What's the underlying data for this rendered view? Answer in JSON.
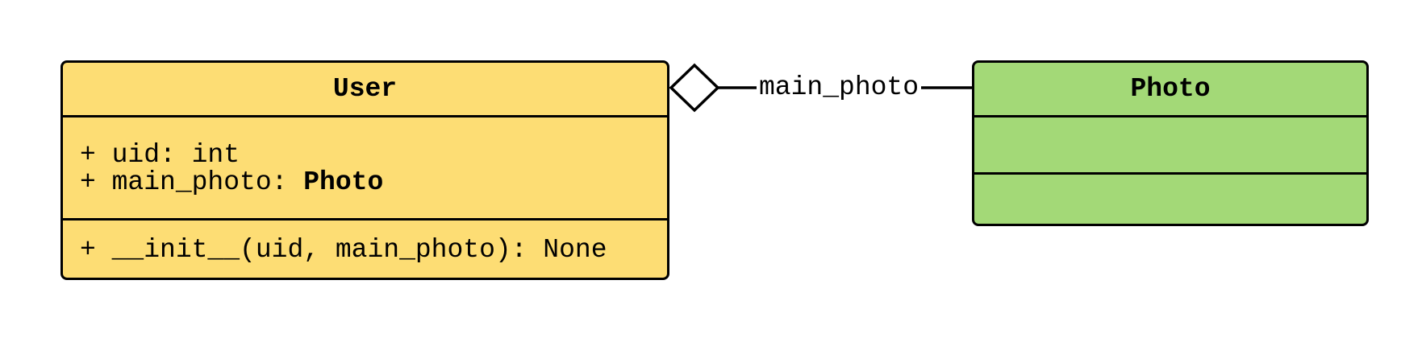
{
  "colors": {
    "user_fill": "#FDDD74",
    "photo_fill": "#A3D977",
    "stroke": "#000000"
  },
  "classes": [
    {
      "name": "User",
      "attributes": [
        {
          "prefix": "+ uid: ",
          "type": "int"
        },
        {
          "prefix": "+ main_photo: ",
          "type": "Photo",
          "type_bold": true
        }
      ],
      "methods": [
        "+ __init__(uid, main_photo): None"
      ]
    },
    {
      "name": "Photo",
      "attributes": [],
      "methods": []
    }
  ],
  "relation": {
    "type": "aggregation",
    "from": "User",
    "to": "Photo",
    "label": "main_photo",
    "end_marker": "hollow-diamond"
  }
}
